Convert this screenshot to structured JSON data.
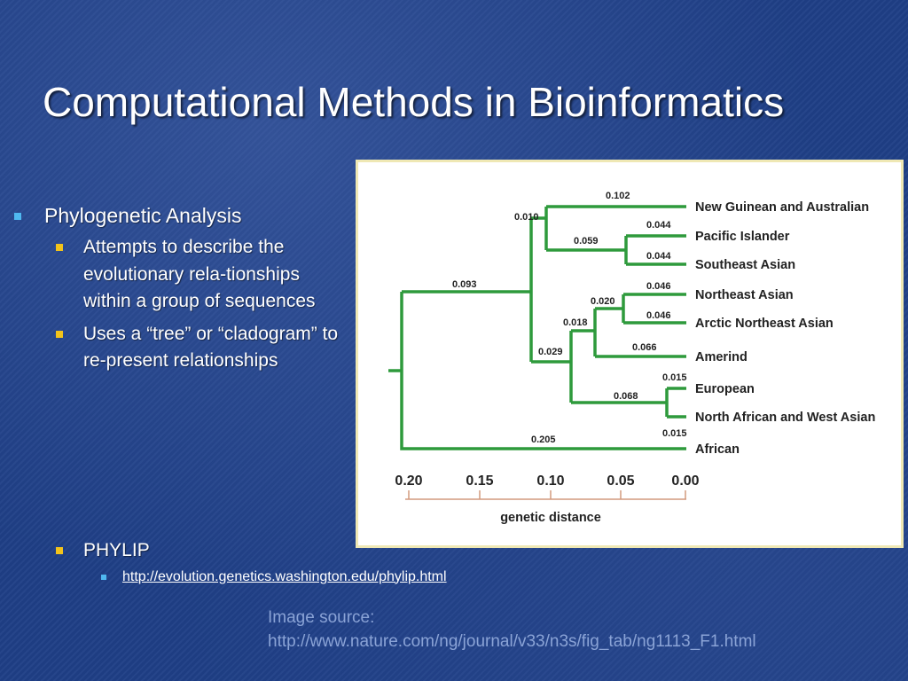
{
  "slide": {
    "title": "Computational Methods in Bioinformatics",
    "bullets": {
      "main": "Phylogenetic Analysis",
      "sub1": "Attempts to describe the evolutionary rela-tionships within a group of sequences",
      "sub2": "Uses a “tree” or “cladogram” to re-present relationships"
    },
    "phylip": {
      "label": "PHYLIP",
      "link": "http://evolution.genetics.washington.edu/phylip.html"
    },
    "source": {
      "line1": "Image source:",
      "line2": "http://www.nature.com/ng/journal/v33/n3s/fig_tab/ng1113_F1.html"
    }
  },
  "figure": {
    "axis_title": "genetic distance",
    "ticks": [
      "0.20",
      "0.15",
      "0.10",
      "0.05",
      "0.00"
    ],
    "leaves": [
      "New Guinean and Australian",
      "Pacific Islander",
      "Southeast Asian",
      "Northeast Asian",
      "Arctic Northeast Asian",
      "Amerind",
      "European",
      "North African and West Asian",
      "African"
    ],
    "branch_lengths": {
      "b_african": "0.205",
      "b_nonafrican": "0.093",
      "b_oceania_group": "0.010",
      "b_new_guinean": "0.102",
      "b_pacific_se": "0.059",
      "b_pacific": "0.044",
      "b_southeast": "0.044",
      "b_eurasia_group": "0.029",
      "b_asia_amerind": "0.018",
      "b_ne_asia": "0.020",
      "b_northeast": "0.046",
      "b_arctic": "0.046",
      "b_amerind": "0.066",
      "b_europe_africa": "0.068",
      "b_european": "0.015",
      "b_north_african": "0.015"
    },
    "colors": {
      "branch": "#2e9a3c",
      "axis": "#d29a7e",
      "frame": "#efe8b4"
    }
  }
}
